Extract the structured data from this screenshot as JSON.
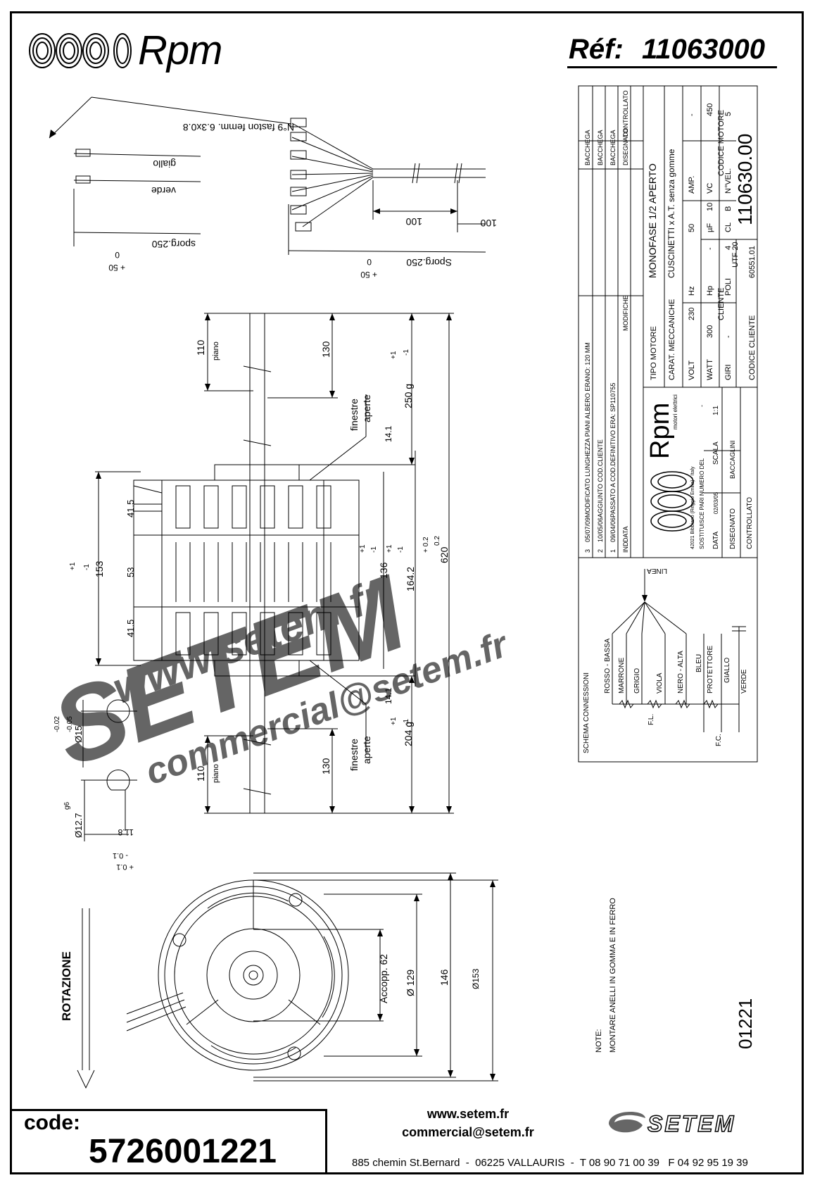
{
  "header": {
    "brand": "Rpm",
    "ref_label": "Réf:",
    "ref_value": "11063000"
  },
  "leads": {
    "faston": "N°9 faston femm. 6.3x0.8",
    "giallo": "giallo",
    "verde": "verde",
    "sporg_left": "sporg.250",
    "sporg_right": "Sporg.250",
    "zero": "0",
    "plus50": "+ 50",
    "dim100a": "100",
    "dim100b": "100"
  },
  "side_view": {
    "d110_top": "110",
    "piano_top": "piano",
    "d130_top": "130",
    "d250": "250 g",
    "tol250": "+1",
    "tol250b": "-1",
    "finestre_top": "finestre",
    "aperte_top": "aperte",
    "d14_top": "14.1",
    "d41_top": "41.5",
    "d53": "53",
    "d41_bot": "41.5",
    "d153": "153",
    "tol153a": "+1",
    "tol153b": "-1",
    "d136": "136",
    "tol136a": "+1",
    "tol136b": "-1",
    "d164": "164.2",
    "tol164a": "+1",
    "tol164b": "-1",
    "d620": "620",
    "tol620a": "+ 0.2",
    "tol620b": "0.2",
    "d14_bot": "14.1",
    "d204": "204 g",
    "tol204a": "+1",
    "tol204b": "-1",
    "finestre_bot": "finestre",
    "aperte_bot": "aperte",
    "d130_bot": "130",
    "d110_bot": "110",
    "piano_bot": "piano",
    "shaft15": "Ø15",
    "shaft15_tol_a": "-0.02",
    "shaft15_tol_b": "-0.05",
    "shaft12": "Ø12.7",
    "shaft12_fit": "g6",
    "flat118": "11.8",
    "flat_tol_a": "+ 0.1",
    "flat_tol_b": "- 0.1"
  },
  "front_view": {
    "rotation": "ROTAZIONE",
    "accopp": "Accopp. 62",
    "d129": "Ø 129",
    "d146": "146",
    "d153": "Ø153"
  },
  "title_block": {
    "mod_rows": [
      {
        "ind": "3",
        "date": "05/07/09",
        "text": "MODIFICATO LUNGHEZZA PIANI ALBERO ERANO: 120 MM",
        "by": "BACCHEGA"
      },
      {
        "ind": "2",
        "date": "10/05/06",
        "text": "AGGIUNTO COD.CLIENTE",
        "by": "BACCHEGA"
      },
      {
        "ind": "1",
        "date": "09/04/06",
        "text": "PASSATO A COD.DEFINITIVO ERA: SP110755",
        "by": "BACCHEGA"
      }
    ],
    "hdr_ind": "IND",
    "hdr_data": "DATA",
    "hdr_modifiche": "MODIFICHE",
    "hdr_disegnato": "DISEGNATO",
    "hdr_controllato": "CONTROLLATO",
    "tipo_label": "TIPO MOTORE",
    "tipo_value": "MONOFASE 1/2 APERTO",
    "carat_label": "CARAT. MECCANICHE",
    "carat_value": "CUSCINETTI x A.T. senza gomme",
    "volt_label": "VOLT",
    "volt": "230",
    "hz_label": "Hz",
    "hz": "50",
    "amp_label": "AMP.",
    "amp": "-",
    "watt_label": "WATT",
    "watt": "300",
    "hp_label": "Hp",
    "hp": "-",
    "uf_label": "µF",
    "uf": "10",
    "vc_label": "VC",
    "vc": "450",
    "giri_label": "GIRI",
    "giri": "-",
    "poli_label": "POLI",
    "poli": "4",
    "cl_label": "CL",
    "cl": "B",
    "nvel_label": "N°VEL.",
    "nvel": "5",
    "cliente_label": "CLIENTE",
    "cliente": "UTF 20",
    "codice_motore_label": "CODICE MOTORE",
    "codice_motore": "110630.00",
    "codice_cliente_label": "CODICE CLIENTE",
    "codice_cliente": "60551.01",
    "company": "Rpm",
    "company_sub": "motori elettrici",
    "company_addr": "42021 Bibbiano (Reggio Emilia) - Italy",
    "sostituisce": "SOSTITUISCE PARI NUMERO DEL",
    "sost_val": "-",
    "data_label": "DATA",
    "data_val": "02/03/05",
    "scala_label": "SCALA",
    "scala_val": "1:1",
    "disegnato_label": "DISEGNATO",
    "disegnato_val": "BACCAGLINI",
    "controllato_label": "CONTROLLATO"
  },
  "wiring": {
    "title": "SCHEMA CONNESSIONI",
    "linea": "LINEA",
    "wires": [
      "ROSSO - BASSA",
      "MARRONE",
      "GRIGIO",
      "VIOLA",
      "NERO - ALTA",
      "BLEU",
      "PROTETTORE",
      "GIALLO",
      "VERDE"
    ],
    "fl": "F.L.",
    "fc": "F.C."
  },
  "note": {
    "label": "NOTE:",
    "text": "MONTARE ANELLI IN GOMMA E IN FERRO"
  },
  "drawing_number": "01221",
  "watermarks": [
    "www.setem.fr",
    "SETEM",
    "commercial@setem.fr"
  ],
  "footer": {
    "code_label": "code:",
    "code_value": "5726001221",
    "web": "www.setem.fr",
    "email": "commercial@setem.fr",
    "logo": "SETEM",
    "address": "885 chemin St.Bernard  -  06225 VALLAURIS  -  T 08 90 71 00 39   F 04 92 95 19 39"
  }
}
